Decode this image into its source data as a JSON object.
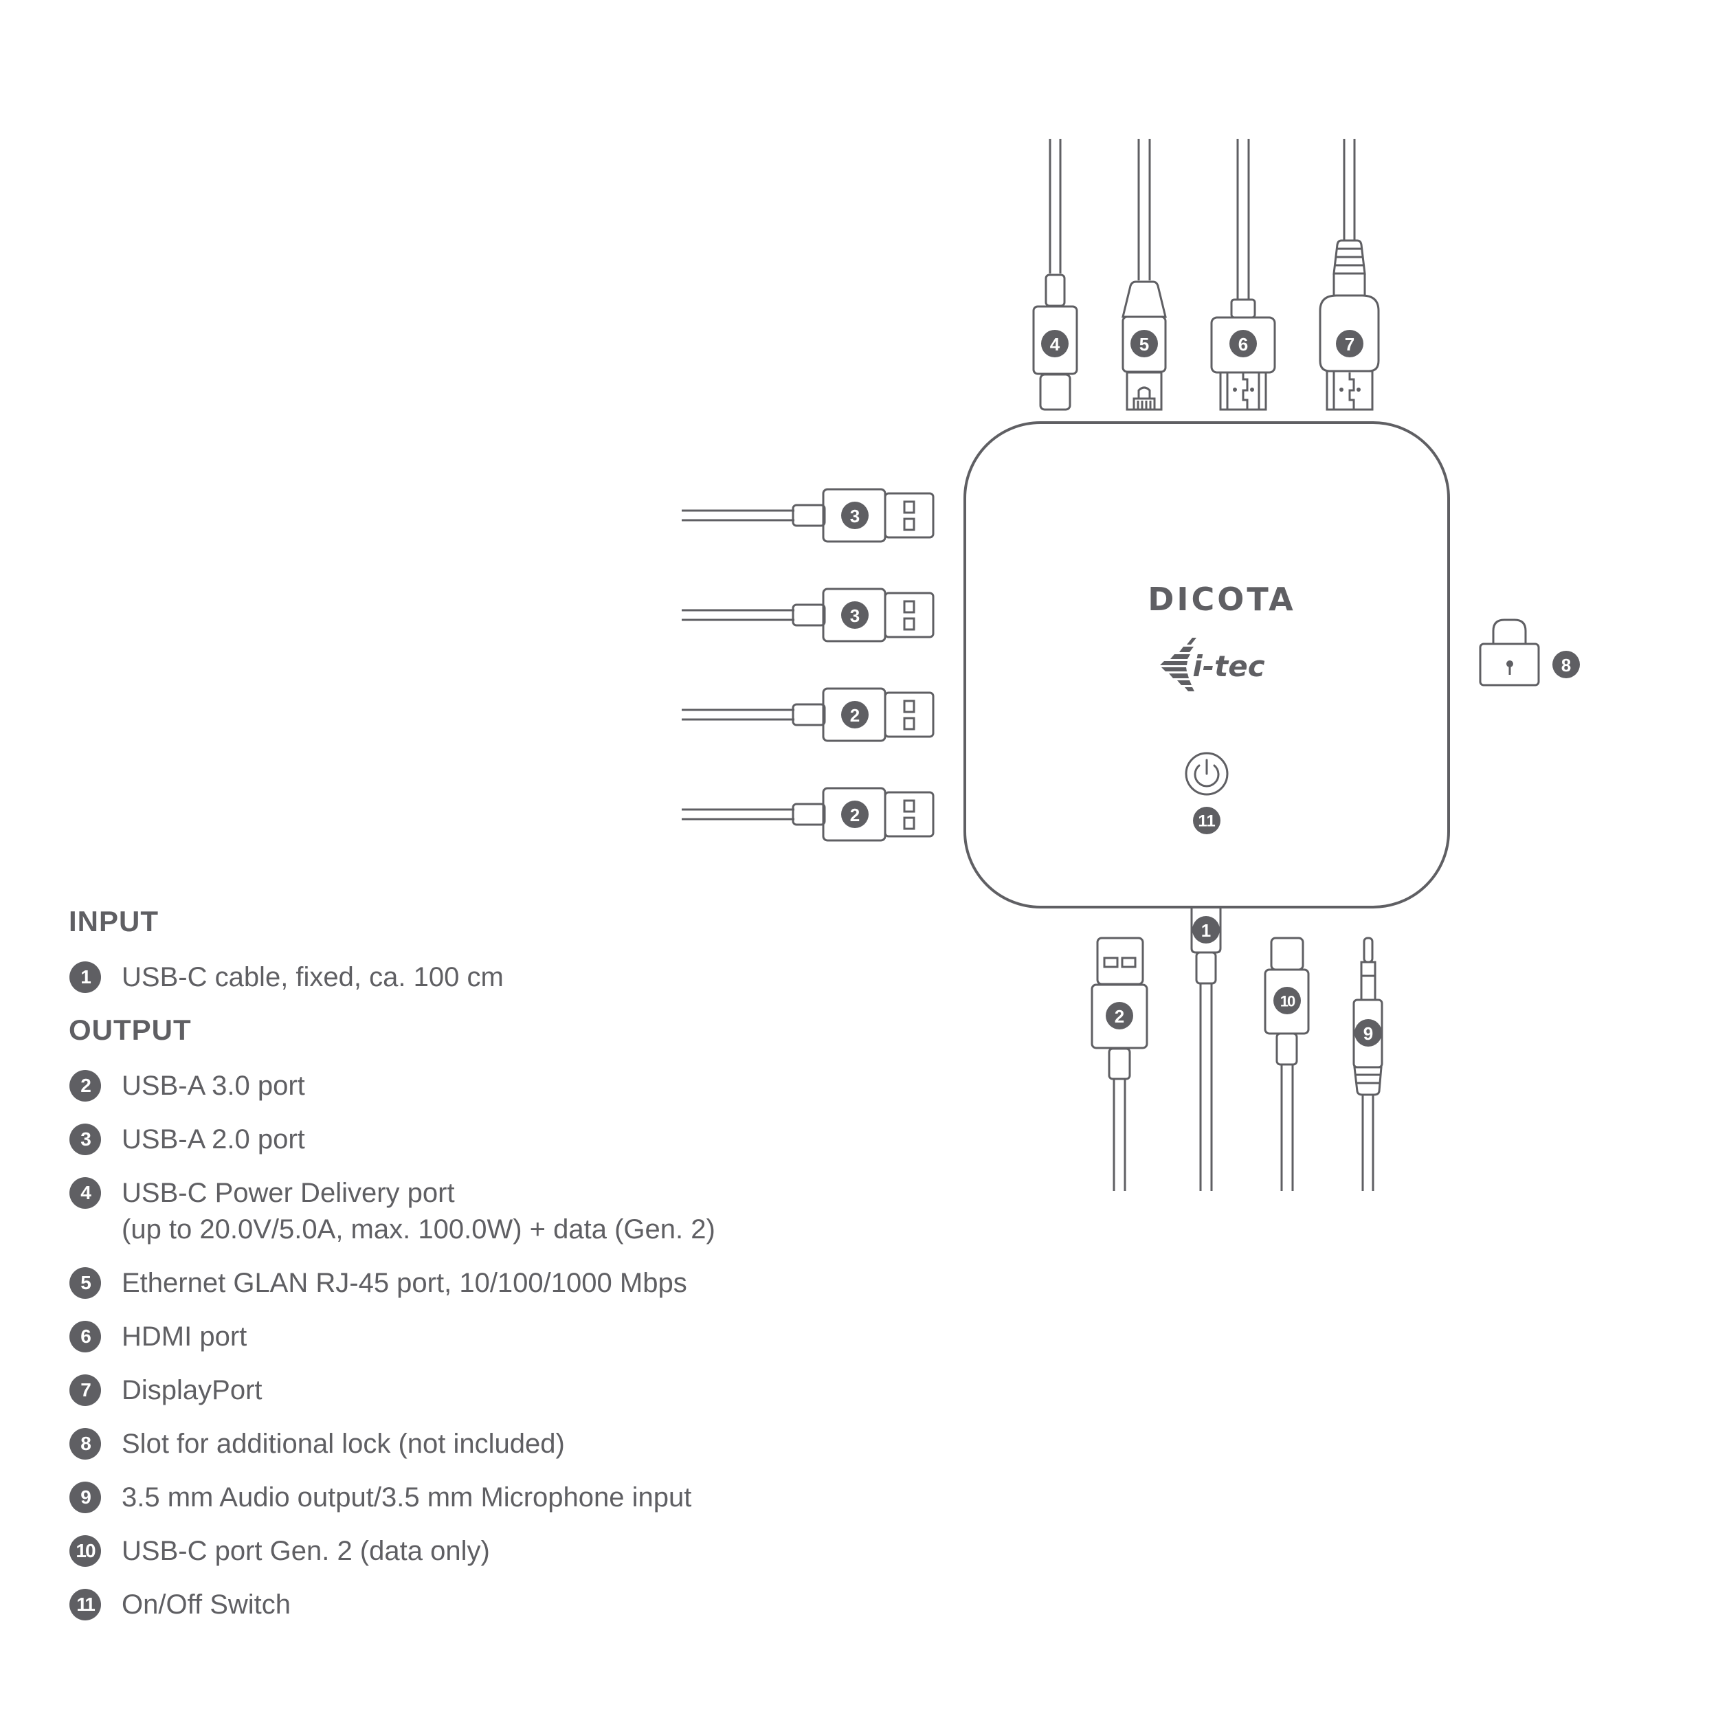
{
  "device": {
    "brand_logo": "DICOTA",
    "sub_logo": "i-tec",
    "power_button_label": "11"
  },
  "callouts": {
    "top": [
      {
        "num": "4",
        "connector": "usb-c"
      },
      {
        "num": "5",
        "connector": "rj45"
      },
      {
        "num": "6",
        "connector": "hdmi"
      },
      {
        "num": "7",
        "connector": "displayport"
      }
    ],
    "left": [
      {
        "num": "3",
        "connector": "usb-a"
      },
      {
        "num": "3",
        "connector": "usb-a"
      },
      {
        "num": "2",
        "connector": "usb-a"
      },
      {
        "num": "2",
        "connector": "usb-a"
      }
    ],
    "right": [
      {
        "num": "8",
        "connector": "lock-slot"
      }
    ],
    "bottom": [
      {
        "num": "2",
        "connector": "usb-a"
      },
      {
        "num": "1",
        "connector": "usb-c-fixed"
      },
      {
        "num": "10",
        "connector": "usb-c"
      },
      {
        "num": "9",
        "connector": "audio-jack"
      }
    ]
  },
  "legend": {
    "input": {
      "heading": "INPUT",
      "items": [
        {
          "num": "1",
          "lines": [
            "USB-C cable, fixed, ca. 100 cm"
          ]
        }
      ]
    },
    "output": {
      "heading": "OUTPUT",
      "items": [
        {
          "num": "2",
          "lines": [
            "USB-A 3.0 port"
          ]
        },
        {
          "num": "3",
          "lines": [
            "USB-A 2.0 port"
          ]
        },
        {
          "num": "4",
          "lines": [
            "USB-C Power Delivery port",
            "(up to 20.0V/5.0A, max. 100.0W) + data (Gen. 2)"
          ]
        },
        {
          "num": "5",
          "lines": [
            "Ethernet GLAN RJ-45 port, 10/100/1000 Mbps"
          ]
        },
        {
          "num": "6",
          "lines": [
            "HDMI port"
          ]
        },
        {
          "num": "7",
          "lines": [
            "DisplayPort"
          ]
        },
        {
          "num": "8",
          "lines": [
            "Slot for additional lock (not included)"
          ]
        },
        {
          "num": "9",
          "lines": [
            "3.5 mm Audio output/3.5 mm Microphone input"
          ]
        },
        {
          "num": "10",
          "lines": [
            "USB-C port Gen. 2 (data only)"
          ]
        },
        {
          "num": "11",
          "lines": [
            "On/Off Switch"
          ]
        }
      ]
    }
  },
  "colors": {
    "line": "#5f5f63",
    "background": "#ffffff"
  }
}
